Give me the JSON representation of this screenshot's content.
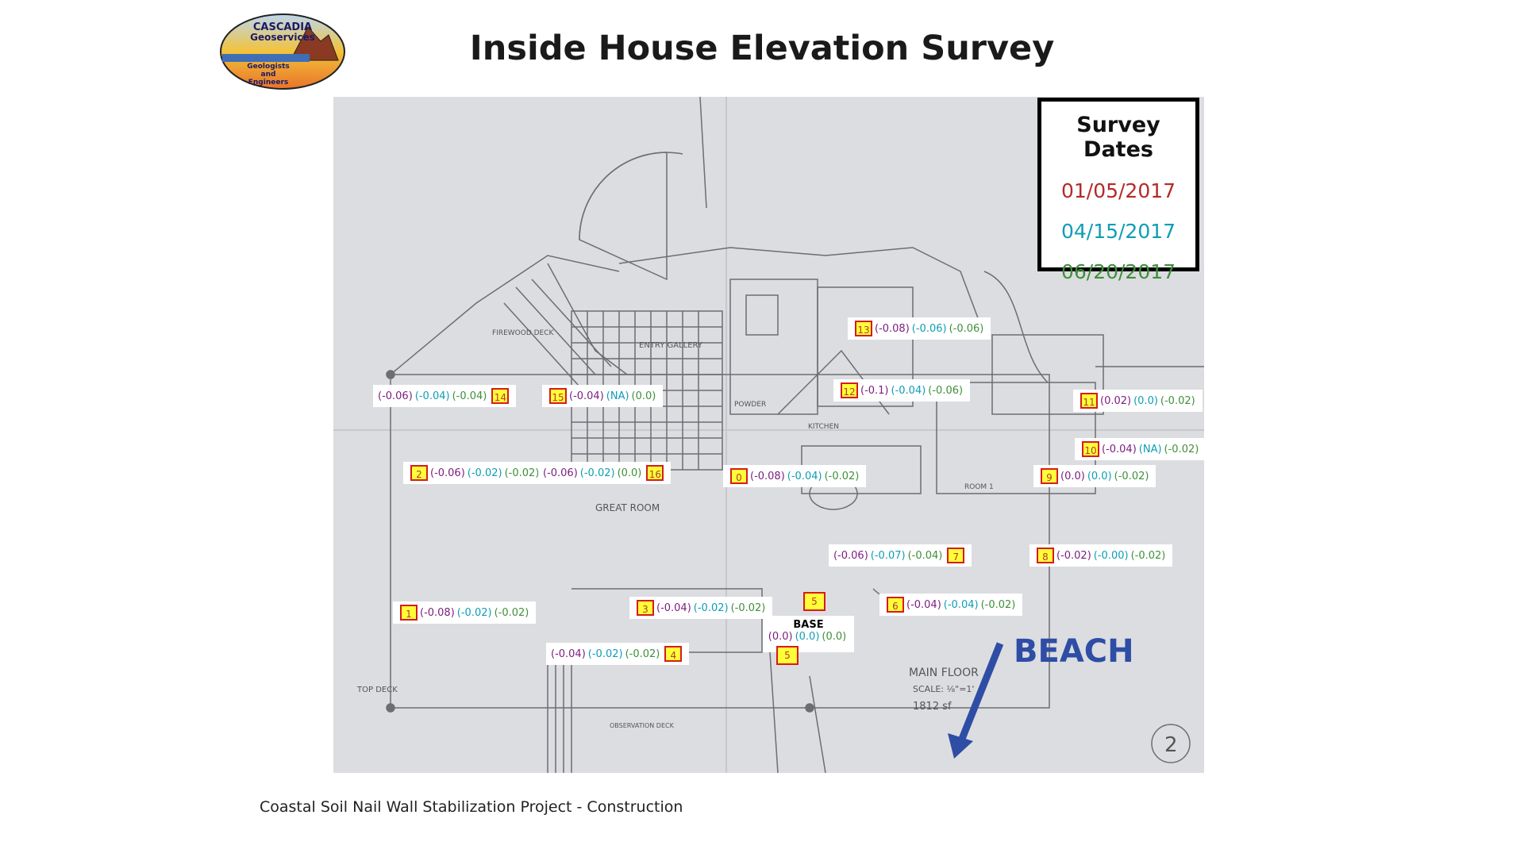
{
  "logo": {
    "line1": "CASCADIA",
    "line2": "Geoservices",
    "line3": "Geologists",
    "line4": "and",
    "line5": "Engineers"
  },
  "title": "Inside House Elevation Survey",
  "legend": {
    "title": "Survey Dates",
    "dates": [
      {
        "text": "01/05/2017",
        "color": "#b42a2a"
      },
      {
        "text": "04/15/2017",
        "color": "#0e9db5"
      },
      {
        "text": "06/20/2017",
        "color": "#3f8f3a"
      }
    ]
  },
  "points": [
    {
      "id": "1",
      "v": [
        "(-0.08)",
        "(-0.02)",
        "(-0.02)"
      ]
    },
    {
      "id": "2",
      "v": [
        "(-0.06)",
        "(-0.02)",
        "(-0.02)"
      ]
    },
    {
      "id": "3",
      "v": [
        "(-0.04)",
        "(-0.02)",
        "(-0.02)"
      ]
    },
    {
      "id": "4",
      "v": [
        "(-0.04)",
        "(-0.02)",
        "(-0.02)"
      ]
    },
    {
      "id": "5",
      "v": [
        "",
        "",
        ""
      ]
    },
    {
      "id": "6",
      "v": [
        "(-0.04)",
        "(-0.04)",
        "(-0.02)"
      ]
    },
    {
      "id": "7",
      "v": [
        "(-0.06)",
        "(-0.07)",
        "(-0.04)"
      ]
    },
    {
      "id": "8",
      "v": [
        "(-0.02)",
        "(-0.00)",
        "(-0.02)"
      ]
    },
    {
      "id": "9",
      "v": [
        "(0.0)",
        "(0.0)",
        "(-0.02)"
      ]
    },
    {
      "id": "10",
      "v": [
        "(-0.04)",
        "(NA)",
        "(-0.02)"
      ]
    },
    {
      "id": "11",
      "v": [
        "(0.02)",
        "(0.0)",
        "(-0.02)"
      ]
    },
    {
      "id": "12",
      "v": [
        "(-0.1)",
        "(-0.04)",
        "(-0.06)"
      ]
    },
    {
      "id": "13",
      "v": [
        "(-0.08)",
        "(-0.06)",
        "(-0.06)"
      ]
    },
    {
      "id": "14",
      "v": [
        "(-0.06)",
        "(-0.04)",
        "(-0.04)"
      ]
    },
    {
      "id": "15",
      "v": [
        "(-0.04)",
        "(NA)",
        "(0.0)"
      ]
    },
    {
      "id": "16",
      "v": [
        "(-0.06)",
        "(-0.02)",
        "(0.0)"
      ]
    },
    {
      "id": "0",
      "v": [
        "(-0.08)",
        "(-0.04)",
        "(-0.02)"
      ]
    }
  ],
  "base": {
    "label": "BASE",
    "v": [
      "(0.0)",
      "(0.0)",
      "(0.0)"
    ],
    "marker_top": "5",
    "marker_bottom": "5"
  },
  "beach": "BEACH",
  "plan_text": {
    "great_room": "GREAT ROOM",
    "entry_gallery": "ENTRY GALLERY",
    "top_deck": "TOP DECK",
    "main_floor": "MAIN FLOOR",
    "scale": "SCALE: ⅛\"=1'",
    "area": "1812 sf",
    "sheet": "2",
    "firewood": "FIREWOOD DECK",
    "kitchen": "KITCHEN",
    "room": "ROOM 1",
    "powder": "POWDER",
    "observation": "OBSERVATION DECK"
  },
  "footer": "Coastal Soil Nail Wall Stabilization Project - Construction"
}
